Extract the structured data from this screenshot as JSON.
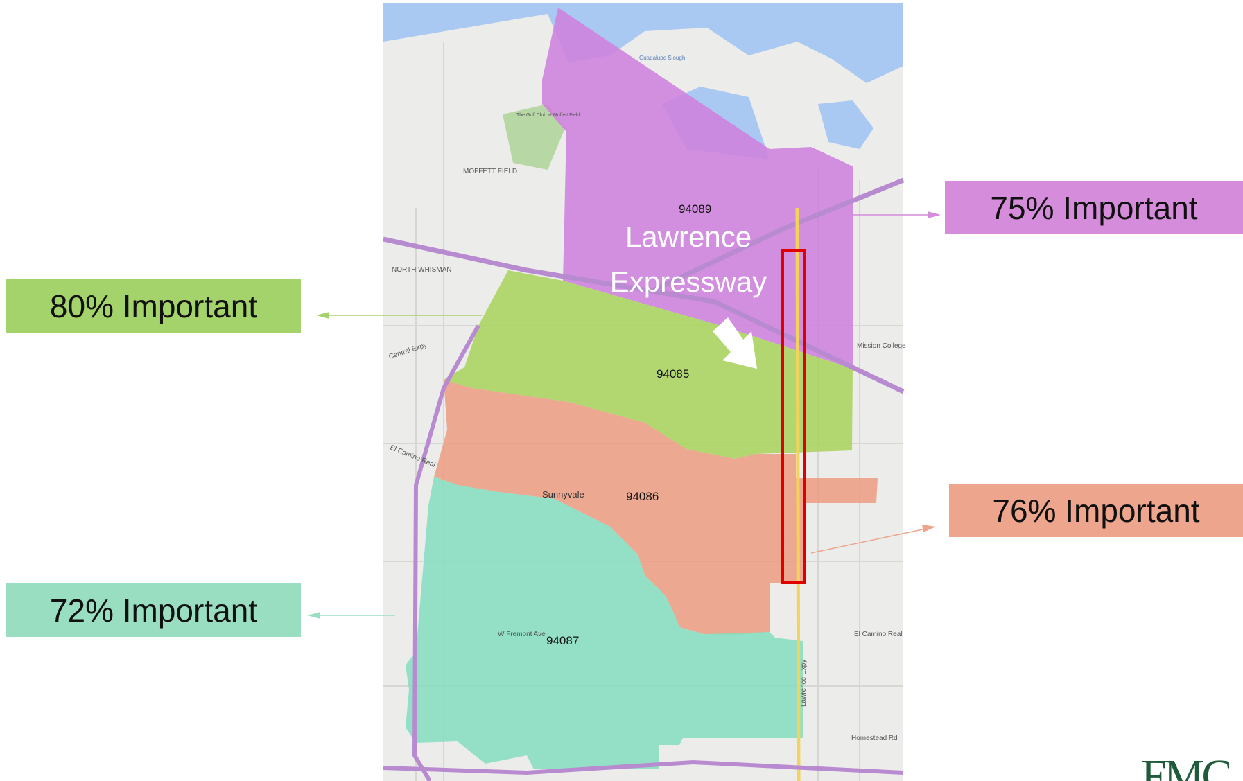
{
  "colors": {
    "zip_94089": "#cf7fdd",
    "zip_94085": "#a8d45a",
    "zip_94086": "#ec9c80",
    "zip_94087": "#84dec0",
    "highlight_box": "#e00000",
    "callout_purple": "#d58cda",
    "callout_green": "#a5d36b",
    "callout_salmon": "#eda58d",
    "callout_teal": "#9adec2",
    "water": "#a9c8f2",
    "land": "#ececea"
  },
  "callouts": {
    "zip_94089": "75% Important",
    "zip_94085": "80% Important",
    "zip_94086": "76% Important",
    "zip_94087": "72% Important"
  },
  "map": {
    "annotation_line1": "Lawrence",
    "annotation_line2": "Expressway",
    "zip_labels": {
      "z94089": "94089",
      "z94085": "94085",
      "z94086": "94086",
      "z94087": "94087"
    },
    "place_labels": {
      "sunnyvale": "Sunnyvale",
      "el_camino_real_left": "El Camino Real",
      "el_camino_real_right": "El Camino Real",
      "central_expy": "Central Expy",
      "w_fremont_ave": "W Fremont Ave",
      "moffett_field": "MOFFETT FIELD",
      "the_golf_club": "The Golf Club at Moffett Field",
      "north_whisman": "NORTH WHISMAN",
      "homestead_rd": "Homestead Rd",
      "lawrence_expy": "Lawrence Expy",
      "mission_college": "Mission College",
      "guadalupe_slough": "Guadalupe Slough"
    }
  },
  "logo": {
    "text": "FMC"
  }
}
